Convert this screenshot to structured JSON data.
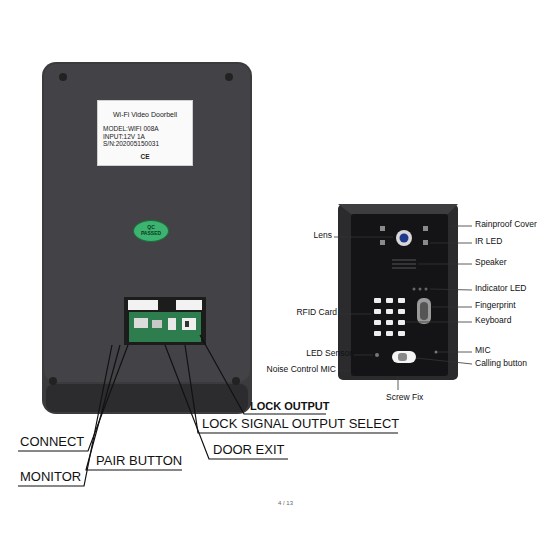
{
  "diagram": {
    "nodes": [
      {
        "text": [
          "Wi-Fi Video Doorbell",
          "MODEL:WIFI 008A",
          "INPUT:12V 1A",
          "S/N:202005150031",
          "CE"
        ]
      },
      {
        "text": [
          "QC PASSED"
        ]
      }
    ],
    "labels": [
      "Lens",
      "Rainproof Cover",
      "IR LED",
      "Speaker",
      "Indicator LED",
      "RFID Card",
      "Fingerprint",
      "Keyboard",
      "LED Sensor",
      "MIC",
      "Noise Control MIC",
      "Calling button",
      "Screw Fix",
      "LOCK OUTPUT",
      "LOCK SIGNAL OUTPUT SELECT",
      "DOOR EXIT",
      "CONNECT",
      "PAIR BUTTON",
      "MONITOR",
      "4 / 13"
    ]
  }
}
